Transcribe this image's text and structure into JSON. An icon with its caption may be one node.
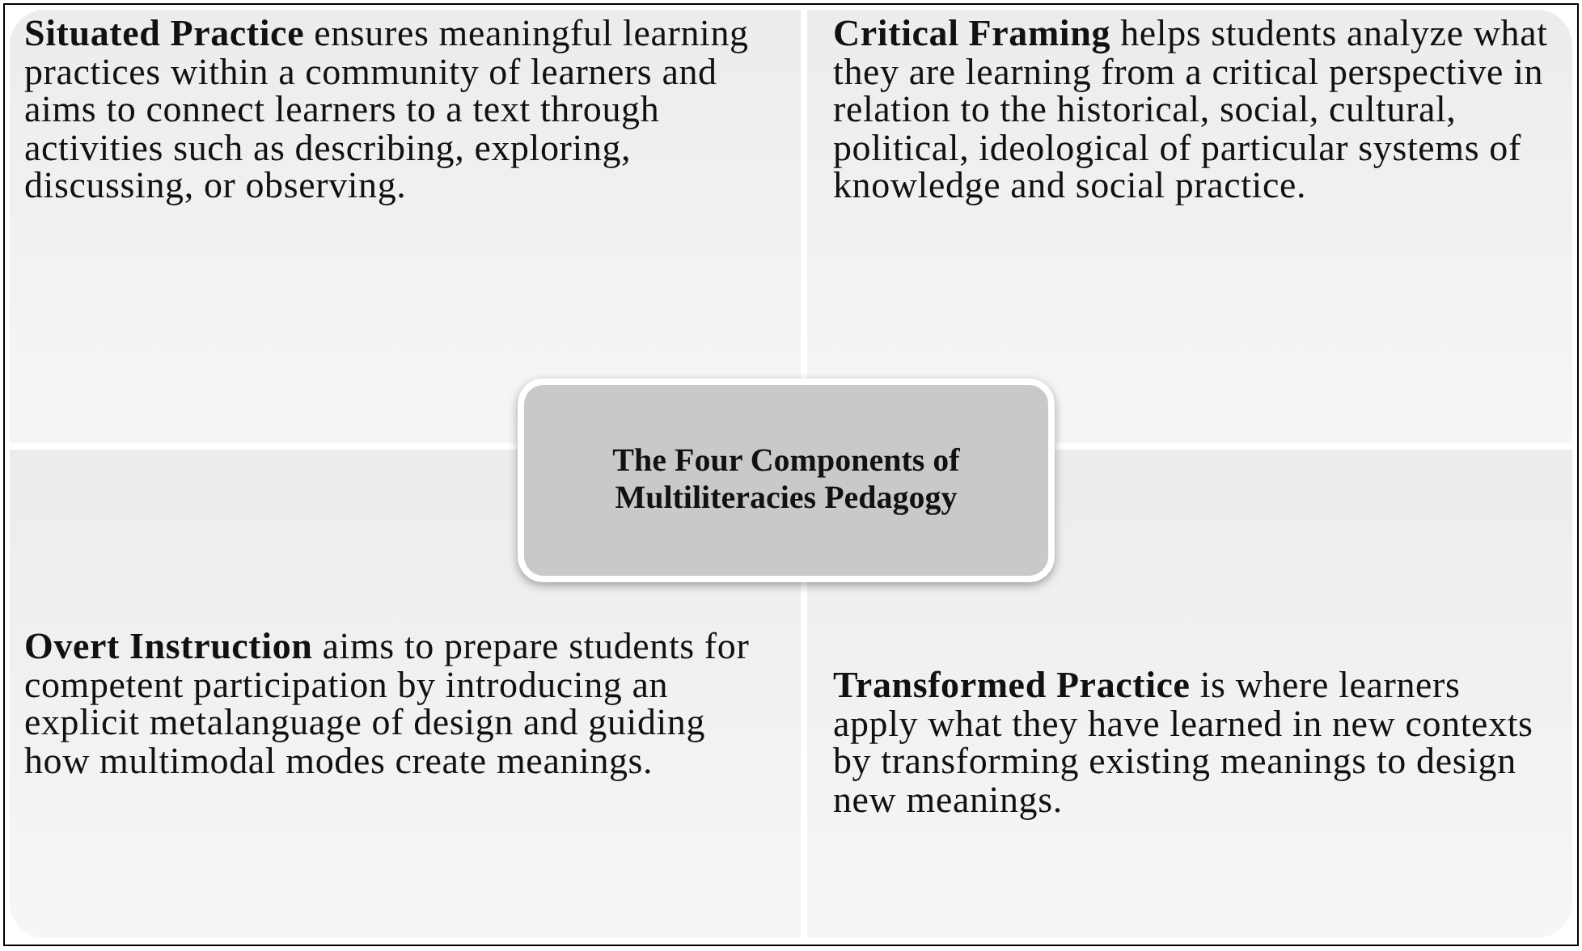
{
  "diagram": {
    "nodes": [
      {
        "text": [
          "**Situated Practice** ensures meaningful learning practices within a community of learners and aims to connect learners to a text through activities such as describing, exploring, discussing, or observing."
        ]
      },
      {
        "text": [
          "**Critical Framing** helps students analyze what they are learning from a critical perspective in relation to the historical, social, cultural, political, ideological of particular systems of knowledge and social practice."
        ]
      },
      {
        "text": [
          "**Overt Instruction** aims to prepare students for competent participation by introducing an explicit metalanguage of design and guiding how multimodal modes create meanings."
        ]
      },
      {
        "text": [
          "**Transformed Practice** is where learners apply what they have learned in new contexts by transforming existing meanings to design new meanings."
        ]
      },
      {
        "text": [
          "The Four Components of Multiliteracies Pedagogy"
        ]
      }
    ]
  }
}
